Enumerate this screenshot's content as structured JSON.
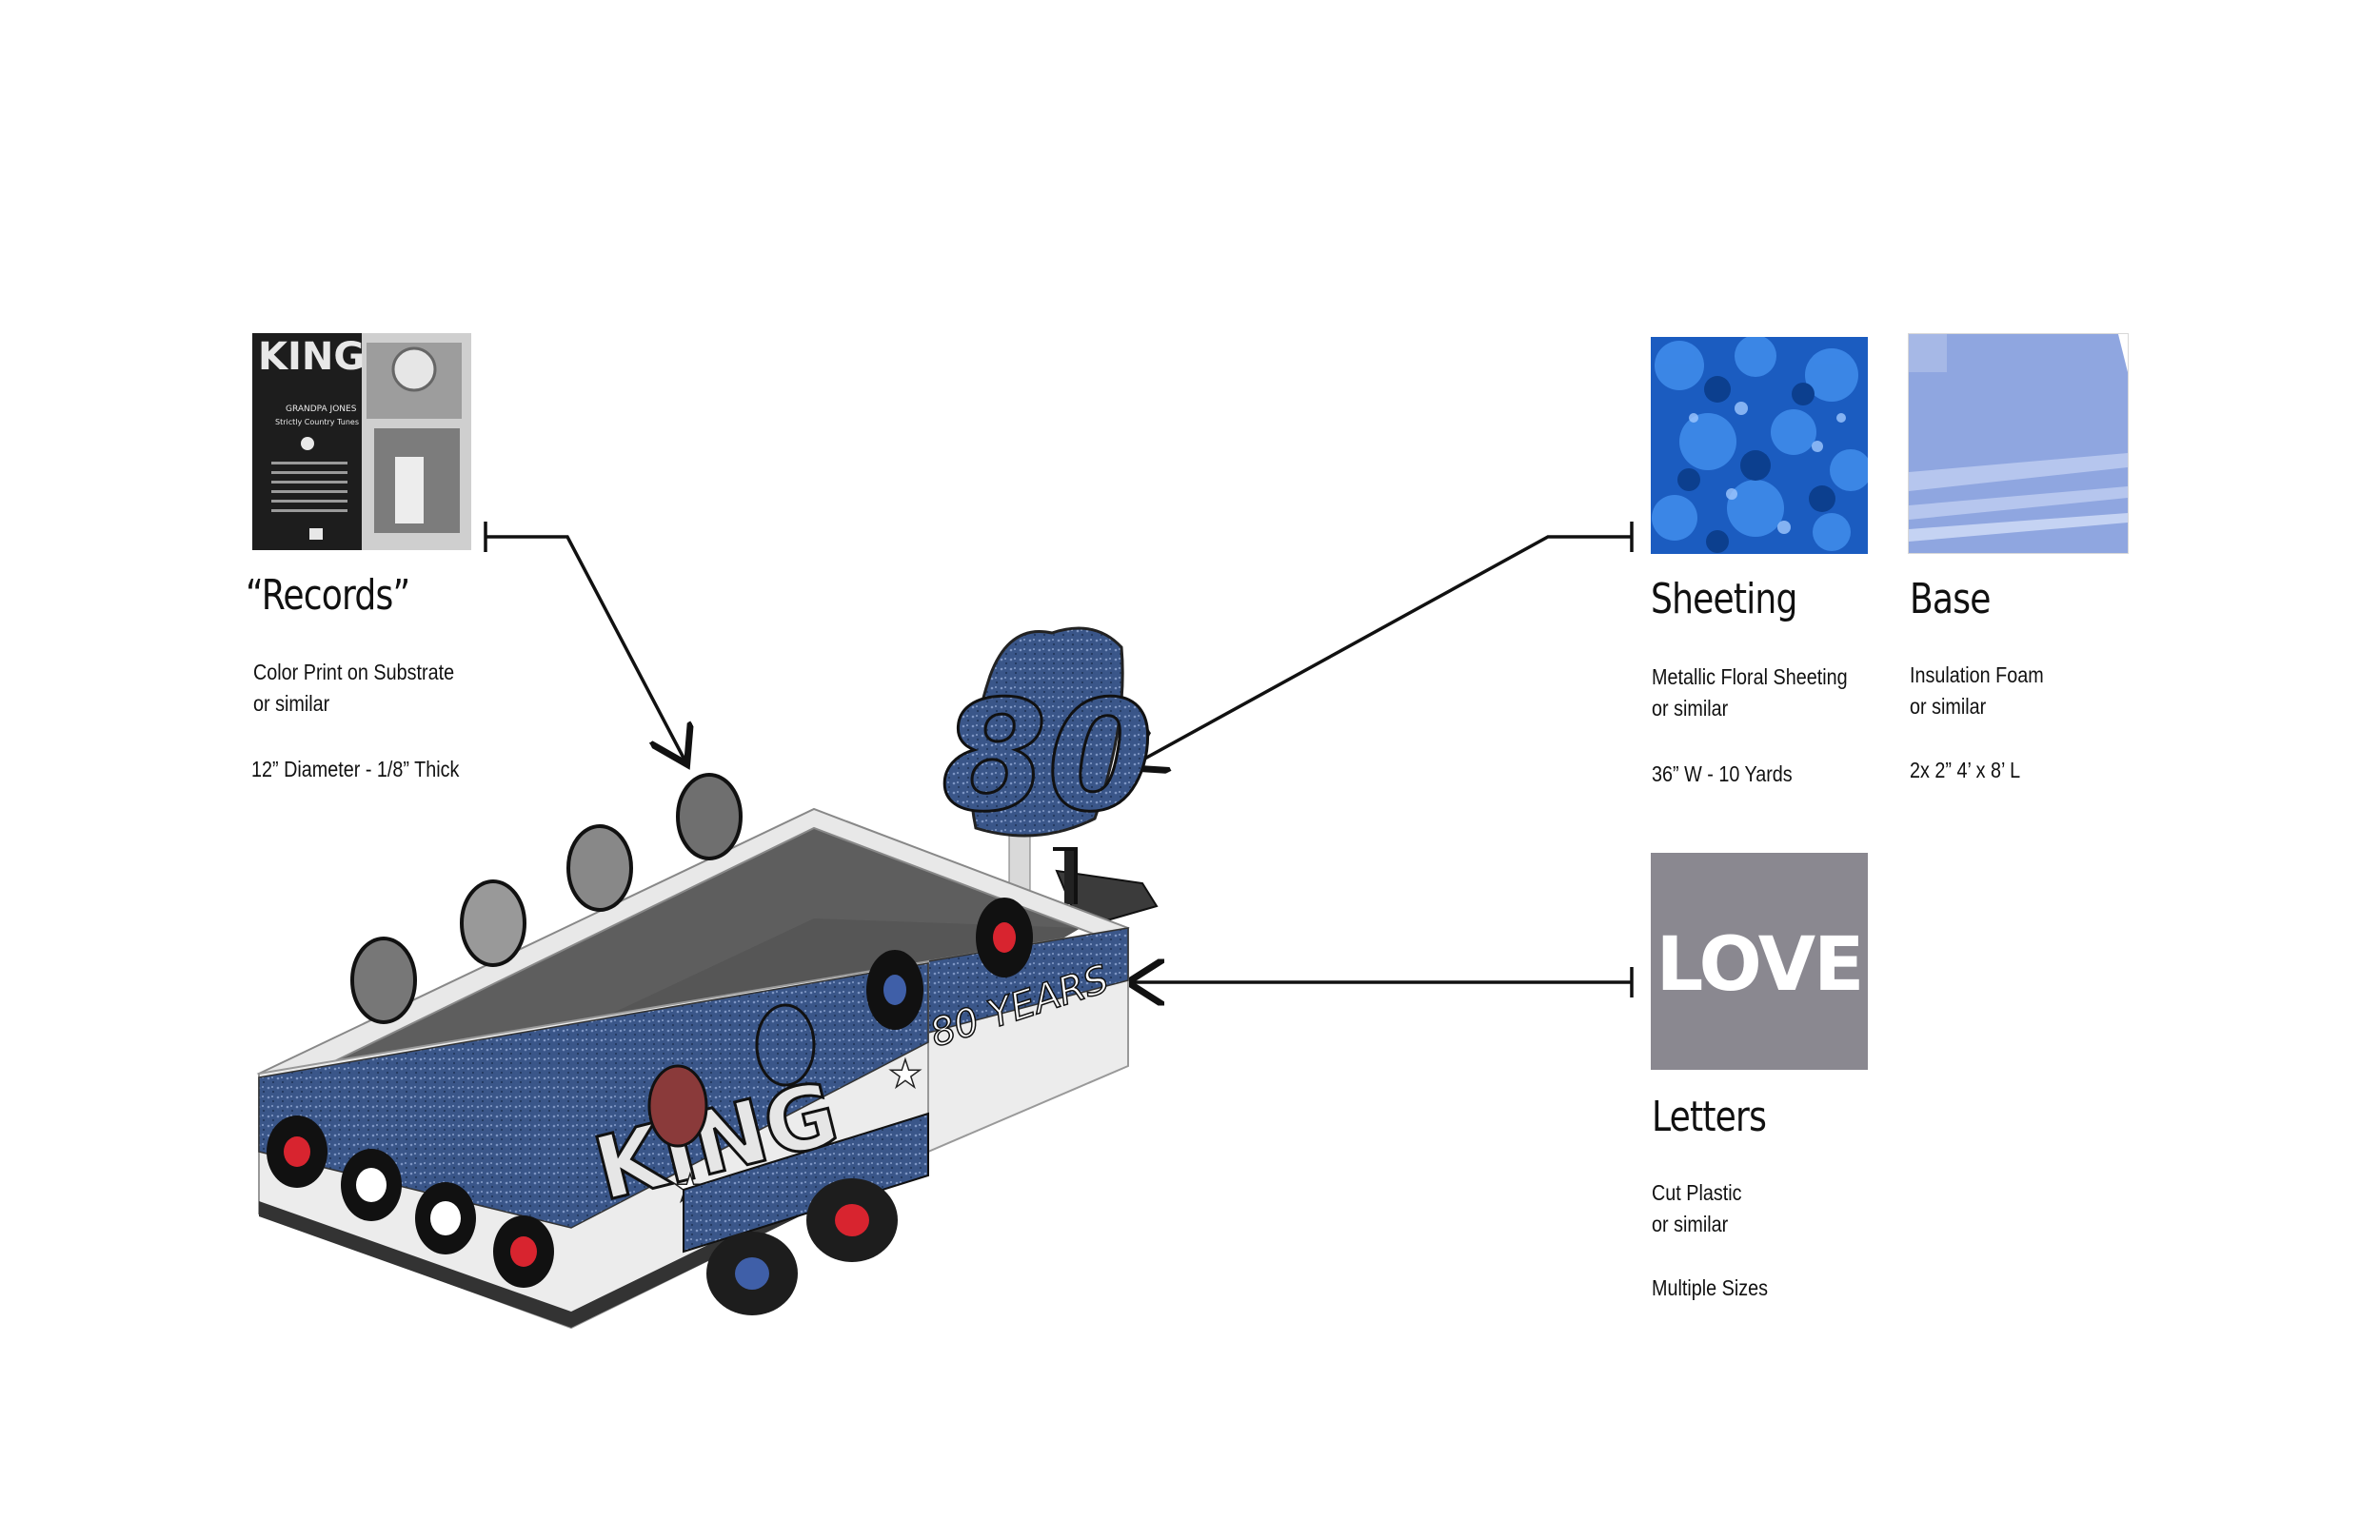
{
  "callouts": {
    "records": {
      "title": "“Records”",
      "line1": "Color Print on Substrate",
      "line2": "or similar",
      "spec": "12” Diameter - 1/8” Thick"
    },
    "sheeting": {
      "title": "Sheeting",
      "line1": "Metallic Floral Sheeting",
      "line2": "or similar",
      "spec": "36” W - 10 Yards"
    },
    "base": {
      "title": "Base",
      "line1": "Insulation Foam",
      "line2": "or similar",
      "spec": "2x 2” 4’ x 8’ L"
    },
    "letters": {
      "title": "Letters",
      "line1": "Cut Plastic",
      "line2": "or similar",
      "spec": "Multiple Sizes",
      "sample_word": "LOVE"
    }
  },
  "record_label": {
    "brand": "KING",
    "artist": "GRANDPA JONES",
    "album": "Strictly Country Tunes"
  },
  "float_signage": {
    "number": "80",
    "side_text": "80 YEARS",
    "front_text": "KING"
  },
  "colors": {
    "float_blue": "#3a5689",
    "sheeting_blue": "#1f6fd0",
    "foam_blue": "#8fa6e0",
    "letters_bg": "#8a8890",
    "record_red": "#d8242f"
  }
}
